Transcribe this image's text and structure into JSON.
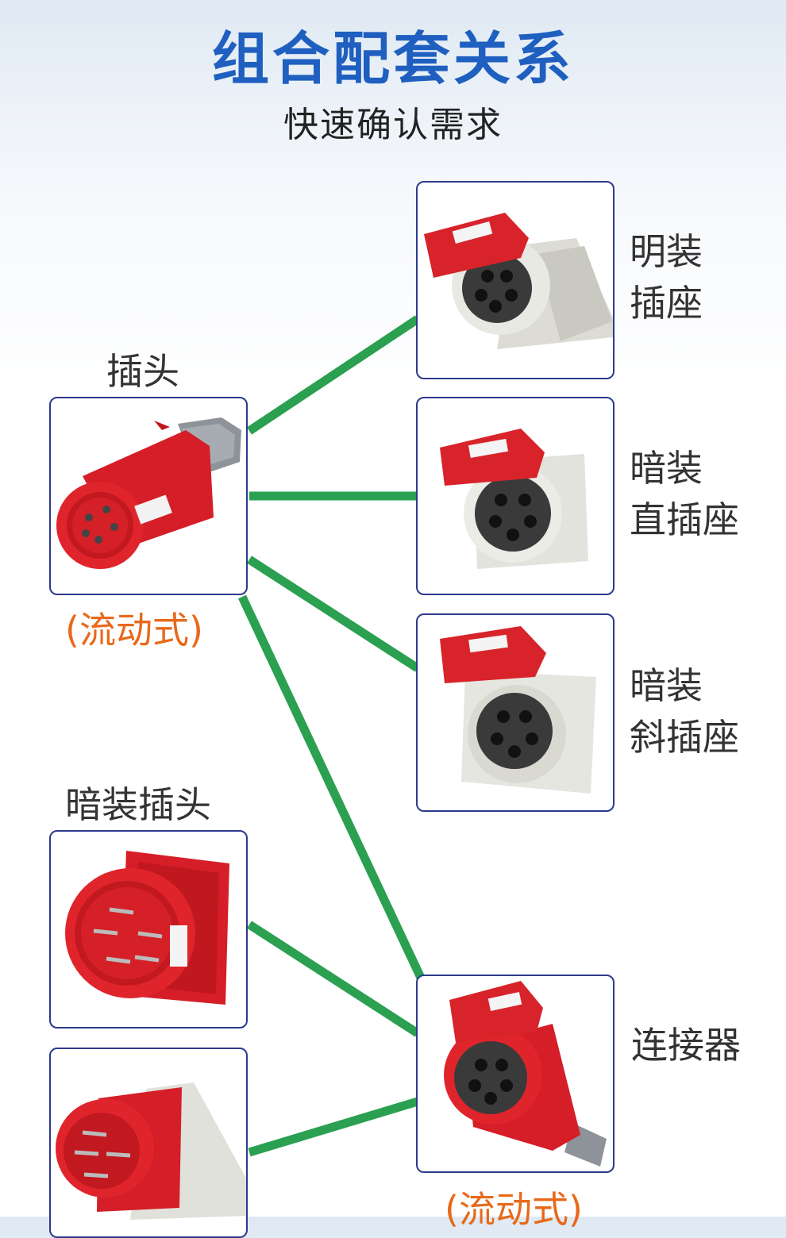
{
  "header": {
    "title": "组合配套关系",
    "subtitle": "快速确认需求"
  },
  "plug": {
    "label": "插头",
    "note": "(流动式)"
  },
  "panel_plug": {
    "label": "暗装插头"
  },
  "surface_socket": {
    "line1": "明装",
    "line2": "插座"
  },
  "flush_straight_socket": {
    "line1": "暗装",
    "line2": "直插座"
  },
  "flush_angled_socket": {
    "line1": "暗装",
    "line2": "斜插座"
  },
  "connector": {
    "label": "连接器",
    "note": "(流动式)"
  },
  "colors": {
    "title": "#1f5fc0",
    "line": "#2aa050",
    "border": "#2c3a8c",
    "note": "#e8691a",
    "product_red": "#e0242c"
  }
}
